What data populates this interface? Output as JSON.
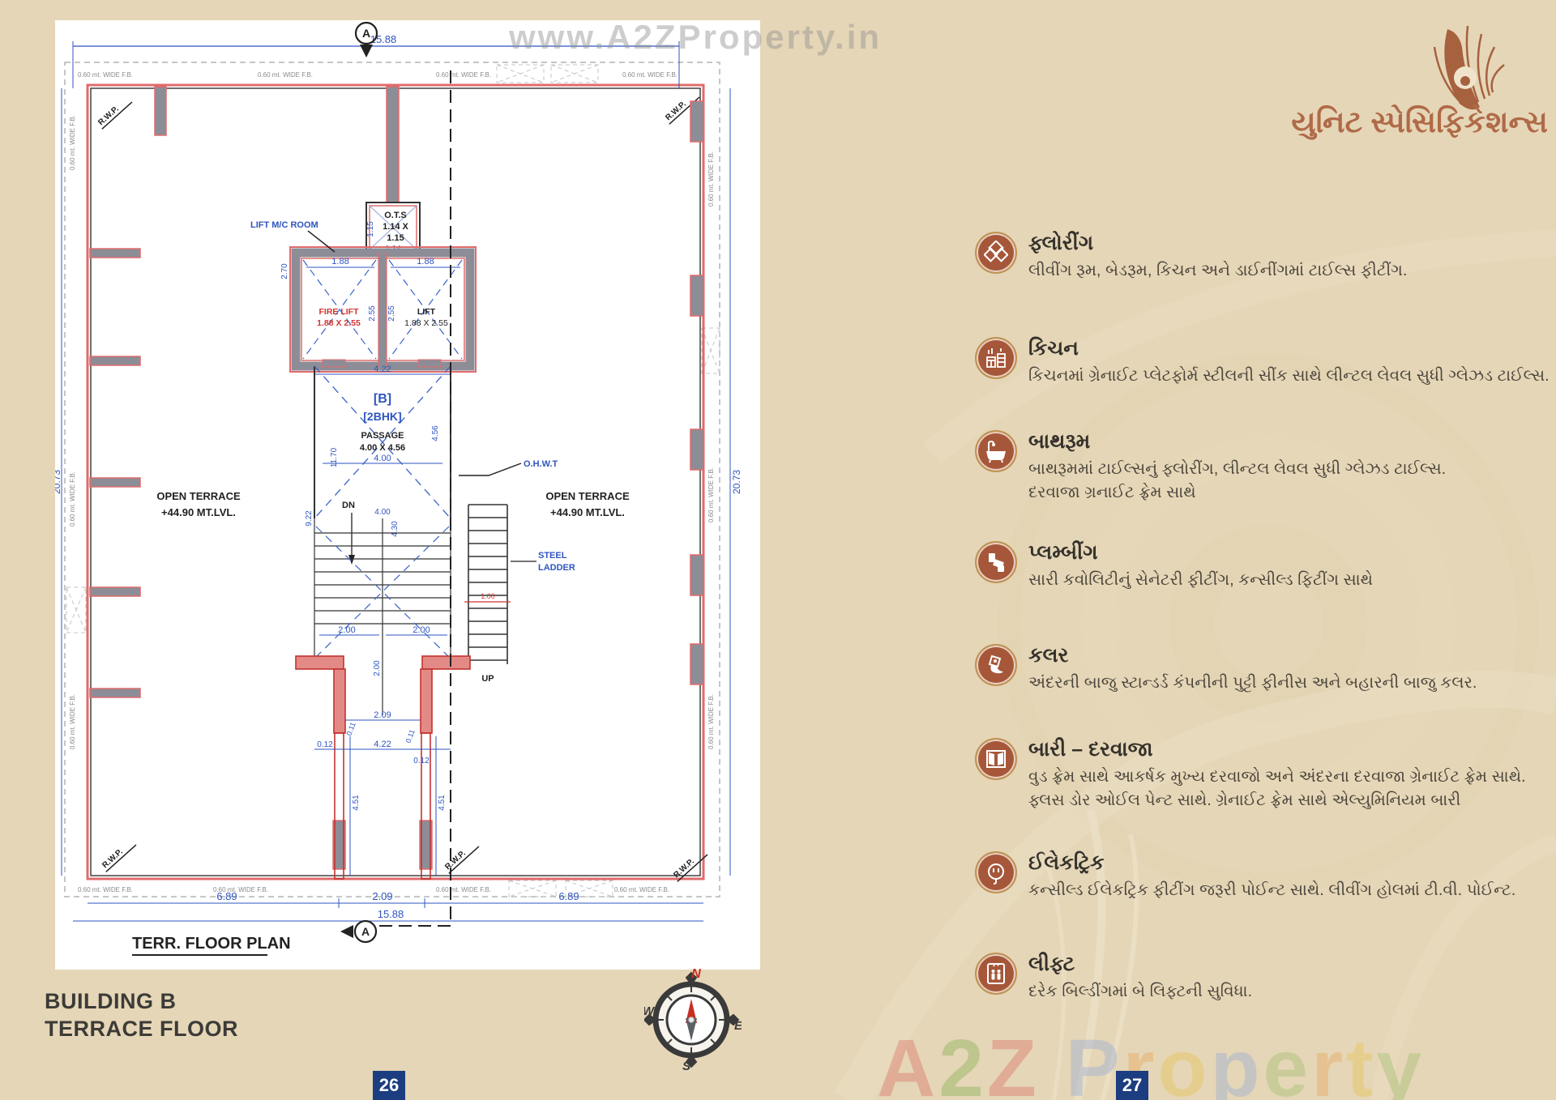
{
  "header": {
    "title": "યુનિટ સ્પેસિફિકેશન્સ"
  },
  "watermarks": {
    "top": "www.A2ZProperty.in",
    "bottom": "A2Z Property"
  },
  "footer": {
    "building_line1": "BUILDING B",
    "building_line2": "TERRACE FLOOR",
    "page_left": "26",
    "page_right": "27"
  },
  "compass": {
    "north": "N",
    "east": "E",
    "south": "S",
    "west": "W"
  },
  "specs": [
    {
      "icon": "tiles-icon",
      "title": "ફ્લોરીંગ",
      "desc": "લીવીંગ રૂમ, બેડરૂમ, કિચન અને ડાઈનીંગમાં ટાઈલ્સ ફીટીંગ."
    },
    {
      "icon": "kitchen-icon",
      "title": "કિચન",
      "desc": "કિચનમાં ગ્રેનાઈટ પ્લેટફોર્મ સ્ટીલની સીંક સાથે લીન્ટલ લેવલ સુધી ગ્લેઝડ ટાઈલ્સ."
    },
    {
      "icon": "bathtub-icon",
      "title": "બાથરૂમ",
      "desc": "બાથરૂમમાં ટાઈલ્સનું ફ્લોરીંગ, લીન્ટલ લેવલ સુધી ગ્લેઝડ ટાઈલ્સ.\nદરવાજા ગ્રનાઈટ ફ્રેમ સાથે"
    },
    {
      "icon": "pipes-icon",
      "title": "પ્લમ્બીંગ",
      "desc": "સારી કવોલિટીનું સેનેટરી ફીટીંગ, કન્સીલ્ડ ફિટીંગ સાથે"
    },
    {
      "icon": "paint-icon",
      "title": "કલર",
      "desc": "અંદરની બાજુ સ્ટાન્ડર્ડ કંપનીની પુટ્ટી ફીનીસ અને બહારની બાજુ કલર."
    },
    {
      "icon": "window-door-icon",
      "title": "બારી – દરવાજા",
      "desc": "વુડ ફ્રેમ સાથે આકર્ષક મુખ્ય દરવાજો અને અંદરના દરવાજા ગ્રેનાઈટ ફ્રેમ સાથે.\nફ્લસ ડોર ઓઈલ પેન્ટ સાથે. ગ્રેનાઈટ ફ્રેમ સાથે એલ્યુમિનિયમ બારી"
    },
    {
      "icon": "plug-icon",
      "title": "ઈલેકટ્રિક",
      "desc": "કન્સીલ્ડ ઈલેકટ્રિક ફીટીંગ જરૂરી પોઈન્ટ સાથે. લીવીંગ હોલમાં ટી.વી. પોઈન્ટ."
    },
    {
      "icon": "lift-icon",
      "title": "લીફ્ટ",
      "desc": "દરેક બિલ્ડીંગમાં બે લિફ્ટની સુવિધા."
    }
  ],
  "plan": {
    "title": "TERR. FLOOR PLAN",
    "section_marker": "A",
    "dims": {
      "top_width": "15.88",
      "bottom_width": "15.88",
      "bottom_left": "6.89",
      "bottom_mid": "2.09",
      "bottom_right": "6.89",
      "side_left": "20.73",
      "side_right": "20.73",
      "fb": "0.60 mt. WIDE F.B.",
      "rwp": "R.W.P.",
      "mc_height": "2.70",
      "lift_w_left": "1.88",
      "lift_w_right": "1.88",
      "lift_h_left": "2.55",
      "lift_h_right": "2.55",
      "core_width": "4.22",
      "ots_w": "1.14",
      "ots_h": "1.15",
      "passage_w": "4.00",
      "passage_w2": "4.00",
      "passage_h": "11.70",
      "passage_d": "4.56",
      "stair_h": "9.22",
      "stair_h2": "4.30",
      "tread_left": "2.00",
      "tread_right": "2.00",
      "tread_v": "2.00",
      "ladder_w": "1.00",
      "door_w": "2.09",
      "wall_t1": "0.11",
      "wall_t2": "0.12",
      "core_w2": "4.22",
      "wall_t3": "0.11",
      "wall_t4": "0.12",
      "duct_h_left": "4.51",
      "duct_h_right": "4.51"
    },
    "labels": {
      "ots": "O.T.S",
      "ots_dim": "1.14 X",
      "ots_dim2": "1.15",
      "fire_lift": "FIRE LIFT",
      "fire_lift_size": "1.88 X 2.55",
      "lift": "LIFT",
      "lift_size": "1.88 X 2.55",
      "unit": "[B]",
      "unit_type": "[2BHK]",
      "passage": "PASSAGE",
      "passage_size": "4.00 X 4.56",
      "dn": "DN",
      "up": "UP",
      "ohwt": "O.H.W.T",
      "steel": "STEEL",
      "ladder": "LADDER",
      "lift_mc_room": "LIFT M/C ROOM",
      "open_terrace": "OPEN TERRACE",
      "terrace_level": "+44.90 MT.LVL."
    }
  }
}
